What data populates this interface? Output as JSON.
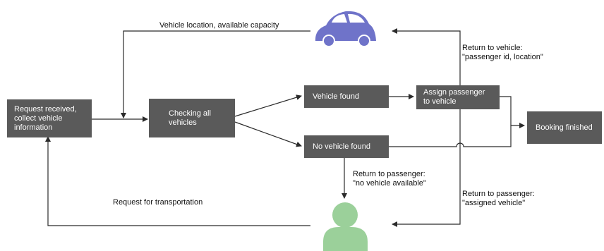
{
  "nodes": {
    "request_received": "Request received,\ncollect vehicle\ninformation",
    "checking_all_vehicles": "Checking all\nvehicles",
    "vehicle_found": "Vehicle found",
    "assign_passenger": "Assign passenger\nto vehicle",
    "no_vehicle_found": "No vehicle found",
    "booking_finished": "Booking finished"
  },
  "edge_labels": {
    "vehicle_location": "Vehicle location, available capacity",
    "return_to_vehicle": "Return to vehicle:\n\"passenger id, location\"",
    "return_no_vehicle": "Return to passenger:\n\"no vehicle available\"",
    "return_assigned": "Return to passenger:\n\"assigned vehicle\"",
    "request_transport": "Request for transportation"
  },
  "icons": {
    "vehicle": "car-icon",
    "passenger": "person-icon"
  },
  "colors": {
    "box": "#5a5a5a",
    "car": "#6f73c9",
    "person": "#9bd09a",
    "line": "#2b2b2b"
  }
}
